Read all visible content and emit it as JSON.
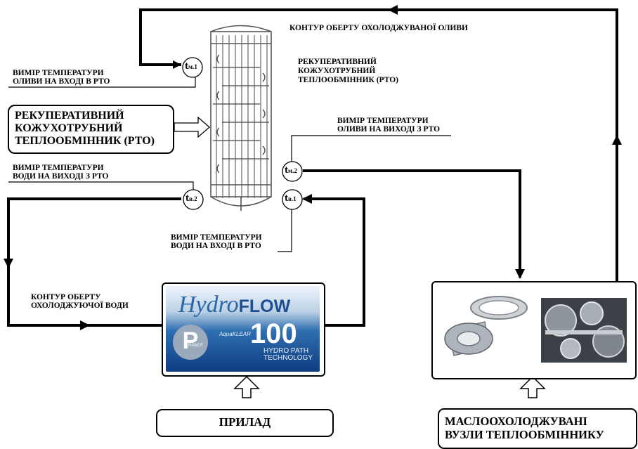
{
  "labels": {
    "oil_loop": "КОНТУР ОБЕРТУ ОХОЛОДЖУВАНОЇ ОЛИВИ",
    "oil_in": "ВИМІР ТЕМПЕРАТУРИ\nОЛИВИ НА ВХОДІ В РТО",
    "hx_title_right": "РЕКУПЕРАТИВНИЙ\nКОЖУХОТРУБНИЙ\nТЕПЛООБМІННИК (РТО)",
    "hx_title_box": "РЕКУПЕРАТИВНИЙ\nКОЖУХОТРУБНИЙ\nТЕПЛООБМІННИК (РТО)",
    "oil_out": "ВИМІР ТЕМПЕРАТУРИ\nОЛИВИ НА ВИХОДІ З РТО",
    "water_out": "ВИМІР ТЕМПЕРАТУРИ\nВОДИ НА ВИХОДІ З РТО",
    "water_in": "ВИМІР ТЕМПЕРАТУРИ\nВОДИ НА ВХОДІ В РТО",
    "water_loop": "КОНТУР ОБЕРТУ\nОХОЛОДЖУЮЧОЇ ВОДИ",
    "device": "ПРИЛАД",
    "units": "МАСЛООХОЛОДЖУВАНІ\nВУЗЛИ ТЕПЛООБМІННИКУ"
  },
  "sensors": {
    "tm1": {
      "main": "t",
      "sub": "м.1"
    },
    "tm2": {
      "main": "t",
      "sub": "м.2"
    },
    "tb1": {
      "main": "t",
      "sub": "в.1"
    },
    "tb2": {
      "main": "t",
      "sub": "в.2"
    }
  },
  "device_panel": {
    "brand_italic": "Hydro",
    "brand_bold": "FLOW",
    "model": "100",
    "letter": "P",
    "letter_caption": "RANCE",
    "line": "AquaKLEAR",
    "tag1": "HYDRO PATH",
    "tag2": "TECHNOLOGY"
  }
}
